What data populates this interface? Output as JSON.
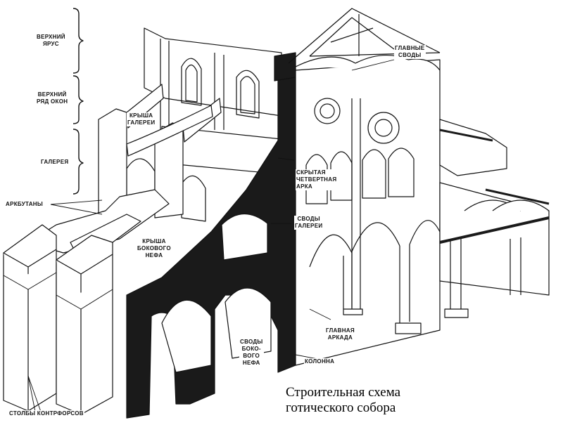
{
  "caption": {
    "line1": "Строительная схема",
    "line2": "готического собора"
  },
  "labels": {
    "upper_tier": [
      "ВЕРХНИЙ",
      "ЯРУС"
    ],
    "clerestory": [
      "ВЕРХНИЙ",
      "РЯД ОКОН"
    ],
    "gallery": "ГАЛЕРЕЯ",
    "flying_buttresses": "АРКБУТАНЫ",
    "buttress_piers": "СТОЛБЫ КОНТРФОРСОВ",
    "gallery_roof": [
      "КРЫША",
      "ГАЛЕРЕИ"
    ],
    "aisle_roof": [
      "КРЫША",
      "БОКОВОГО",
      "НЕФА"
    ],
    "main_vaults": [
      "ГЛАВНЫЕ",
      "СВОДЫ"
    ],
    "hidden_quarter_arch": [
      "СКРЫТАЯ",
      "ЧЕТВЕРТНАЯ",
      "АРКА"
    ],
    "gallery_vaults": [
      "СВОДЫ",
      "ГАЛЕРЕИ"
    ],
    "aisle_vaults": [
      "СВОДЫ",
      "БОКО-",
      "ВОГО",
      "НЕФА"
    ],
    "column": "КОЛОННА",
    "main_arcade": [
      "ГЛАВНАЯ",
      "АРКАДА"
    ]
  }
}
